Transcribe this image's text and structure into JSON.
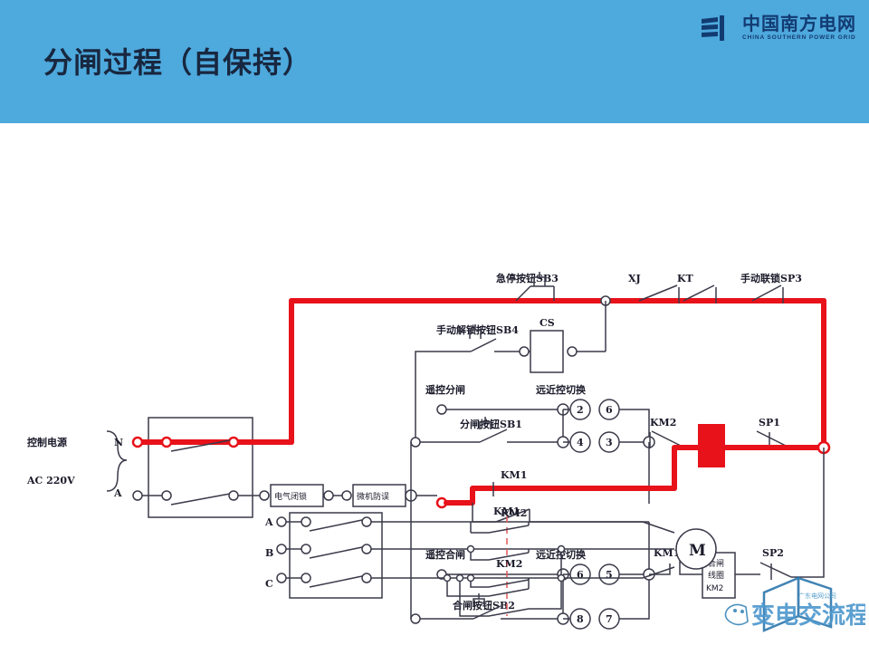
{
  "header": {
    "title": "分闸过程（自保持）",
    "brand_cn": "中国南方电网",
    "brand_en": "CHINA SOUTHERN POWER GRID",
    "brand_color": "#123b72",
    "bg_color": "#4ea9dd"
  },
  "diagram": {
    "energized_color": "#e8121a",
    "wire_color": "#3a3a4a",
    "labels": {
      "supply_name": "控制电源",
      "supply_value": "AC 220V",
      "terminal_n": "N",
      "terminal_a": "A",
      "interlock_electrical": "电气闭锁",
      "interlock_computer": "微机防误",
      "sb3": "急停按钮SB3",
      "xj": "XJ",
      "kt": "KT",
      "sp3": "手动联锁SP3",
      "sb4": "手动解锁按钮SB4",
      "cs": "CS",
      "remote_open": "遥控分闸",
      "sb1": "分闸按钮SB1",
      "switch_far_near_1": "远近控切换",
      "km2_contact_open": "KM2",
      "sp1": "SP1",
      "km1_hold": "KM1",
      "km2_hold": "KM2",
      "remote_close": "遥控合闸",
      "sb2": "合闸按钮SB2",
      "switch_far_near_2": "远近控切换",
      "km1_contact_close": "KM1",
      "close_coil": [
        "合闸",
        "线圈",
        "KM2"
      ],
      "sp2": "SP2",
      "phase_a": "A",
      "phase_b": "B",
      "phase_c": "C",
      "motor_km1": "KM1",
      "motor_km2": "KM2",
      "motor": "M"
    },
    "selector_nodes_open": [
      "2",
      "6",
      "4",
      "3"
    ],
    "selector_nodes_close": [
      "6",
      "5",
      "8",
      "7"
    ]
  },
  "watermark": {
    "text_main": "变电交流程",
    "text_small": "广东电网公司"
  }
}
